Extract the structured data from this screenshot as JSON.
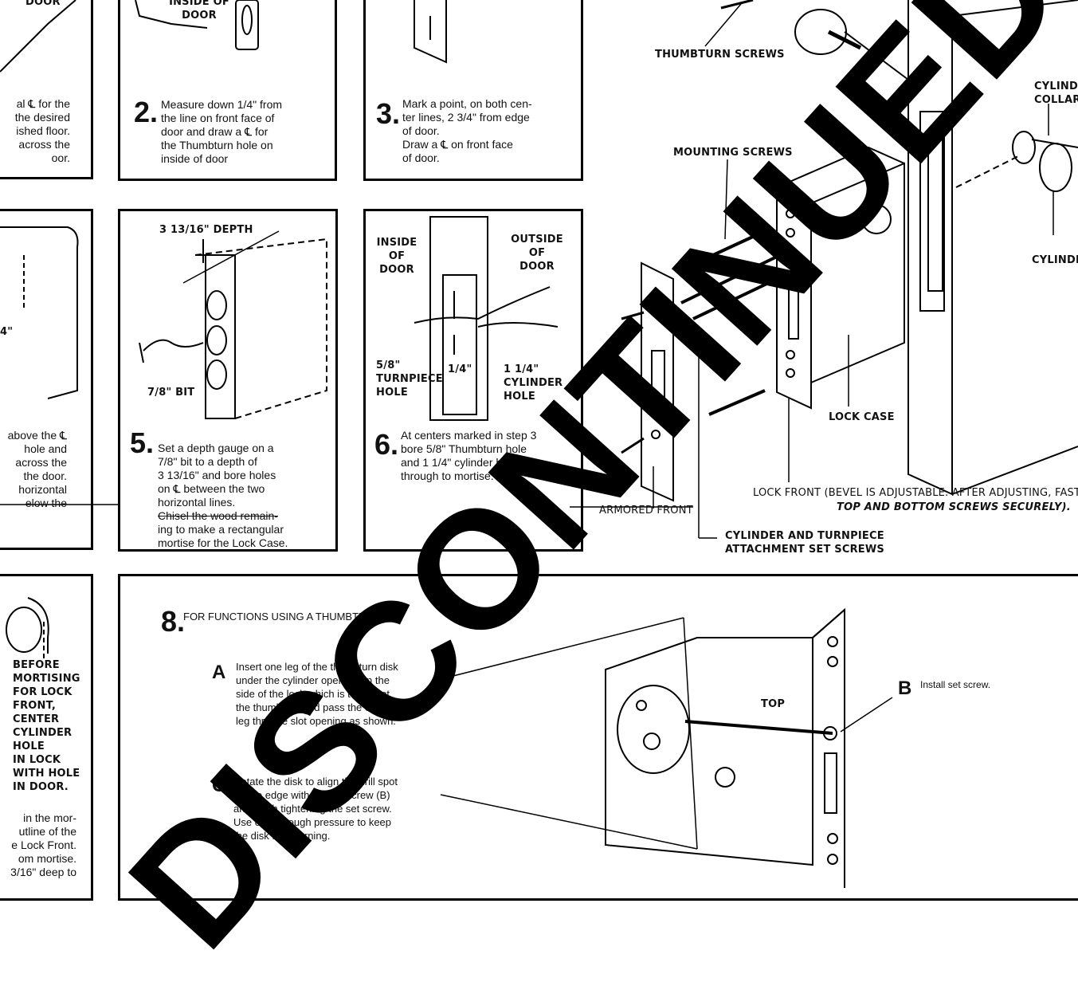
{
  "steps": {
    "s1": {
      "fragment": "al ℄ for the\n the desired\nished floor.\n across the\noor."
    },
    "s2": {
      "number": "2.",
      "text": "Measure down 1/4\" from\nthe line on front face of\ndoor and draw a ℄ for\nthe Thumbturn hole on\ninside of door",
      "label": "INSIDE OF\nDOOR"
    },
    "s3": {
      "number": "3.",
      "text": "Mark a point, on both cen-\nter lines, 2 3/4\" from edge\nof door.\nDraw a ℄ on front face\nof door."
    },
    "s4": {
      "fragment": "above the ℄\n hole and\nacross the\nthe door.\n horizontal\nelow the",
      "partial_label": "4\""
    },
    "s5": {
      "number": "5.",
      "text": "Set a depth gauge on a\n7/8\" bit to a depth of\n3 13/16\" and bore holes\non ℄ between the two\nhorizontal lines.",
      "strike_text": "Chisel the wood remain-",
      "text_after": "ing to make a rectangular\nmortise for the Lock Case.",
      "depth_label": "3 13/16\" DEPTH",
      "bit_label": "7/8\" BIT"
    },
    "s6": {
      "number": "6.",
      "text": "At centers marked in step 3\nbore 5/8\" Thumbturn hole\nand 1 1/4\" cylinder hole\nthrough to mortise.",
      "inside_label": "INSIDE\nOF\nDOOR",
      "outside_label": "OUTSIDE\nOF\nDOOR",
      "turnpiece_label": "5/8\"\nTURNPIECE\nHOLE",
      "quarter_label": "1/4\"",
      "cylinder_label": "1 1/4\"\nCYLINDER\nHOLE"
    },
    "s7": {
      "label": "BEFORE\nMORTISING\nFOR LOCK\nFRONT,\nCENTER\nCYLINDER\nHOLE\nIN LOCK\nWITH HOLE\nIN DOOR.",
      "fragment": "in the mor-\nutline of the\ne Lock Front.\nom mortise.\n3/16\" deep to"
    },
    "s8": {
      "number": "8.",
      "title": "FOR FUNCTIONS USING A THUMBTURN:",
      "a_letter": "A",
      "a_text": "Insert one leg of the thumbturn disk\nunder the cylinder opening on the\nside of the lock which is to accept\nthe thumbturn and pass the other\nleg thru the slot opening as shown.",
      "b_letter": "B",
      "b_text": "Install set screw.",
      "c_letter": "C",
      "c_text": "Rotate the disk to align the drill spot\non the edge with the set screw (B)\nand finish tightening the set screw.\nUse only enough pressure to keep\nthe disk from turning.",
      "top_label": "TOP"
    }
  },
  "exploded": {
    "thumbturn_screws": "THUMBTURN SCREWS",
    "mounting_screws": "MOUNTING SCREWS",
    "cylinder_collar": "CYLINDE\nCOLLAR",
    "cylinder": "CYLINDER",
    "lock_case": "LOCK CASE",
    "armored_front": "ARMORED FRONT",
    "lock_front": "LOCK FRONT (BEVEL IS ADJUSTABLE. AFTER ADJUSTING, FASTEN",
    "lock_front_2": "TOP AND BOTTOM SCREWS SECURELY).",
    "set_screws": "CYLINDER AND TURNPIECE\nATTACHMENT SET SCREWS",
    "door_label": "DOOR"
  },
  "stamp": "DISCONTINUED"
}
